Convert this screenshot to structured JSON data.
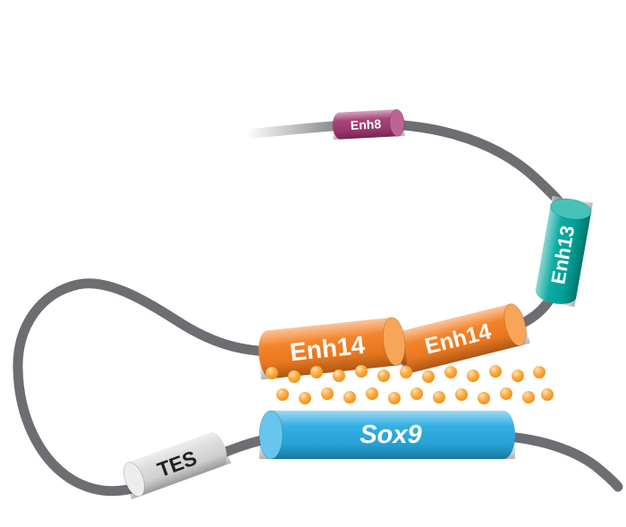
{
  "figure": {
    "strand": {
      "color": "#6D6E71"
    },
    "beads": {
      "color": "#FBAE4C",
      "highlight": "#FFE2AE",
      "shadow": "#EE8A0C",
      "count": 26
    },
    "elements": {
      "enh8": {
        "label": "Enh8",
        "color": "#A23A72",
        "cap_color": "#BE6495",
        "text_color": "#FFFFFF"
      },
      "enh13": {
        "label": "Enh13",
        "color": "#00A79D",
        "cap_color": "#47C2B8",
        "text_color": "#FFFFFF"
      },
      "enh14_right": {
        "label": "Enh14",
        "color": "#F47E21",
        "cap_color": "#F8A558",
        "text_color": "#FFFFFF"
      },
      "enh14_left": {
        "label": "Enh14",
        "color": "#F47E21",
        "cap_color": "#F8A558",
        "text_color": "#FFFFFF"
      },
      "sox9": {
        "label": "Sox9",
        "color": "#29ABE2",
        "cap_color": "#67C6EE",
        "text_color": "#FFFFFF"
      },
      "tes": {
        "label": "TES",
        "color": "#D9DADB",
        "cap_color": "#EDEDEE",
        "text_color": "#231F20"
      }
    }
  }
}
